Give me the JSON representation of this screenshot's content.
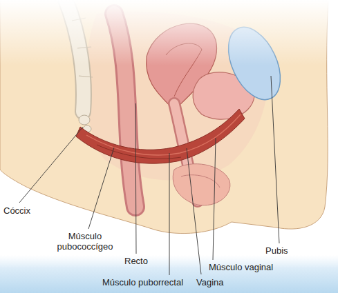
{
  "diagram": {
    "labels": [
      "Cóccix",
      "Músculo pubococcígeo",
      "Recto",
      "Músculo puborrectal",
      "Vagina",
      "Músculo vaginal",
      "Pubis"
    ]
  }
}
